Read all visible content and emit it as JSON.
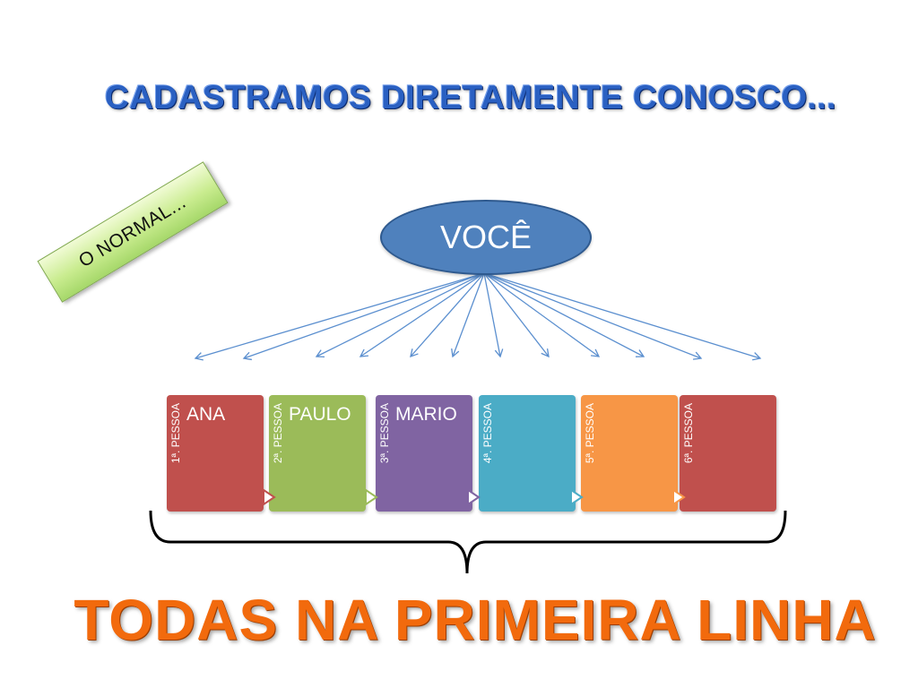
{
  "title": "CADASTRAMOS DIRETAMENTE CONOSCO...",
  "tag_label": "O NORMAL...",
  "center_label": "VOCÊ",
  "bottom_text": "TODAS NA PRIMEIRA LINHA",
  "boxes": [
    {
      "ordinal": "1ª. PESSOA",
      "name": "ANA",
      "color": "#c0504d"
    },
    {
      "ordinal": "2ª. PESSOA",
      "name": "PAULO",
      "color": "#9bbb59"
    },
    {
      "ordinal": "3ª. PESSOA",
      "name": "MARIO",
      "color": "#8064a2"
    },
    {
      "ordinal": "4ª. PESSOA",
      "name": "",
      "color": "#4bacc6"
    },
    {
      "ordinal": "5ª. PESSOA",
      "name": "",
      "color": "#f79646"
    },
    {
      "ordinal": "6ª. PESSOA",
      "name": "",
      "color": "#c0504d"
    }
  ],
  "colors": {
    "title": "#2a60c2",
    "center_fill": "#4f81bd",
    "arrow_line": "#5b8fcf",
    "bottom_text": "#f26a0d"
  },
  "arrow_count": 12
}
